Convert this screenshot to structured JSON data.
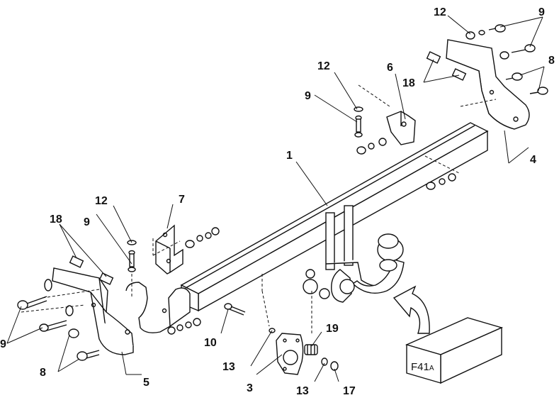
{
  "labels": {
    "p1": "1",
    "p3": "3",
    "p4": "4",
    "p5": "5",
    "p6": "6",
    "p7": "7",
    "p8a": "8",
    "p8b": "8",
    "p9a": "9",
    "p9b": "9",
    "p9c": "9",
    "p9d": "9",
    "p10": "10",
    "p12a": "12",
    "p12b": "12",
    "p12c": "12",
    "p13a": "13",
    "p13b": "13",
    "p17": "17",
    "p18a": "18",
    "p18b": "18",
    "p19": "19"
  },
  "badge": {
    "main": "F41",
    "sub": "A"
  }
}
